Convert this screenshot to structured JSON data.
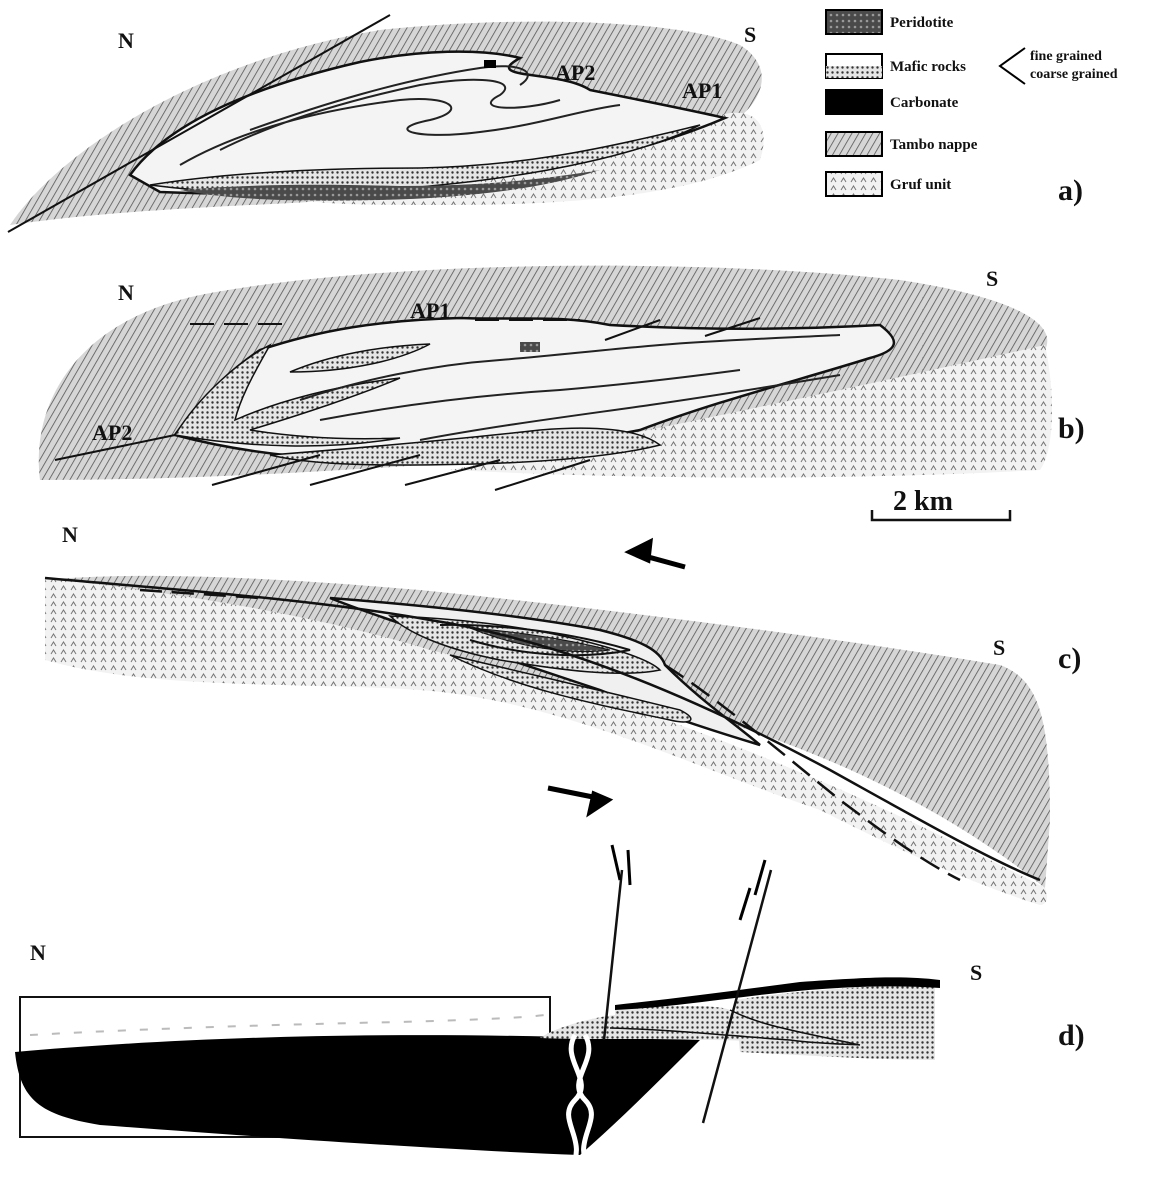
{
  "legend": {
    "items": [
      {
        "label": "Peridotite",
        "pattern": "peridotite"
      },
      {
        "label": "Mafic rocks",
        "pattern": "mafic"
      },
      {
        "label": "Carbonate",
        "pattern": "carbonate"
      },
      {
        "label": "Tambo nappe",
        "pattern": "tambo"
      },
      {
        "label": "Gruf unit",
        "pattern": "gruf"
      }
    ],
    "mafic_note_1": "fine grained",
    "mafic_note_2": "coarse grained"
  },
  "panels": {
    "a": {
      "tag": "a)",
      "north": "N",
      "south": "S",
      "ap1": "AP1",
      "ap2": "AP2"
    },
    "b": {
      "tag": "b)",
      "north": "N",
      "south": "S",
      "ap1": "AP1",
      "ap2": "AP2"
    },
    "c": {
      "tag": "c)",
      "north": "N",
      "south": "S"
    },
    "d": {
      "tag": "d)",
      "north": "N",
      "south": "S"
    }
  },
  "scale_bar": {
    "label": "2 km"
  }
}
